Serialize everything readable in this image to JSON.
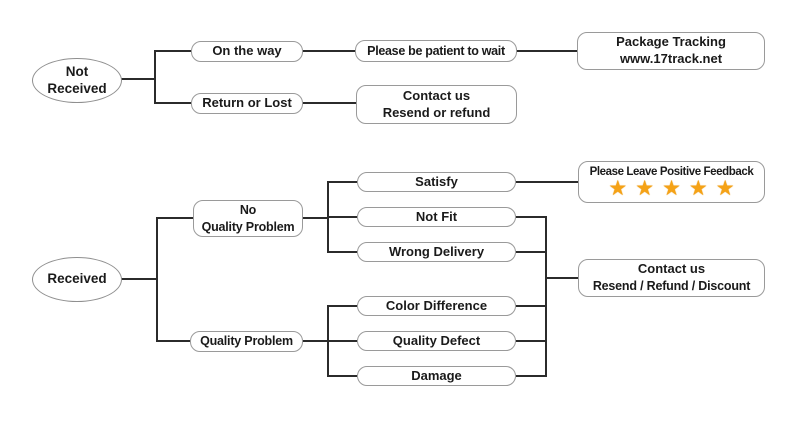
{
  "colors": {
    "background": "#ffffff",
    "box_border": "#9a9a9a",
    "connector_line": "#2b2b2b",
    "text": "#1a1a1a",
    "star": "#f5a216"
  },
  "icons": {
    "star": "★"
  },
  "top_flow": {
    "start": {
      "line1": "Not",
      "line2": "Received"
    },
    "on_the_way": {
      "label": "On the way"
    },
    "return_or_lost": {
      "label": "Return or Lost"
    },
    "be_patient": {
      "label": "Please be patient to wait"
    },
    "package_tracking": {
      "line1": "Package Tracking",
      "line2": "www.17track.net"
    },
    "contact": {
      "line1": "Contact us",
      "line2": "Resend or refund"
    }
  },
  "bottom_flow": {
    "start": {
      "label": "Received"
    },
    "no_quality_problem": {
      "line1": "No",
      "line2": "Quality Problem"
    },
    "quality_problem": {
      "label": "Quality Problem"
    },
    "satisfy": {
      "label": "Satisfy"
    },
    "not_fit": {
      "label": "Not Fit"
    },
    "wrong_delivery": {
      "label": "Wrong Delivery"
    },
    "color_difference": {
      "label": "Color Difference"
    },
    "quality_defect": {
      "label": "Quality Defect"
    },
    "damage": {
      "label": "Damage"
    },
    "feedback": {
      "title": "Please Leave Positive Feedback",
      "star_count": 5
    },
    "contact": {
      "line1": "Contact us",
      "line2": "Resend / Refund / Discount"
    }
  }
}
